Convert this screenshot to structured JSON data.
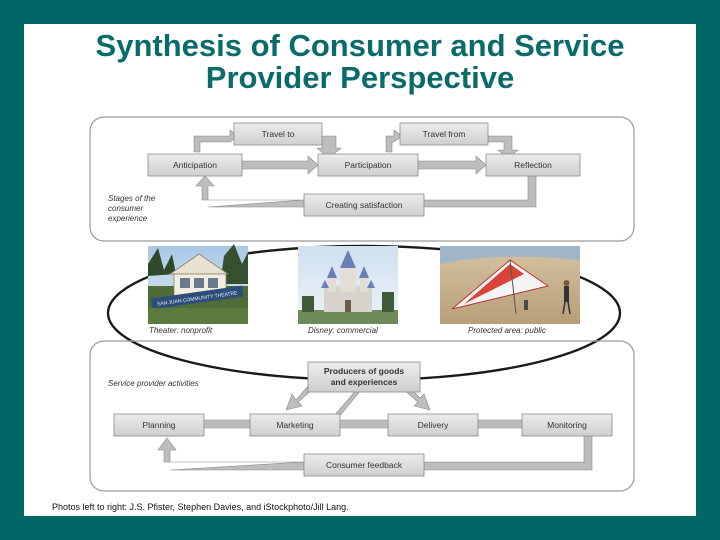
{
  "title": {
    "line1": "Synthesis of Consumer and Service",
    "line2": "Provider Perspective"
  },
  "consumer": {
    "section_label": [
      "Stages of the",
      "consumer",
      "experience"
    ],
    "travel_to": "Travel to",
    "travel_from": "Travel from",
    "anticipation": "Anticipation",
    "participation": "Participation",
    "reflection": "Reflection",
    "creating_satisfaction": "Creating satisfaction"
  },
  "photos": {
    "theater_caption": "Theater: nonprofit",
    "theater_sign": "SAN JUAN COMMUNITY THEATRE",
    "disney_caption": "Disney: commercial",
    "protected_caption": "Protected area: public"
  },
  "provider": {
    "section_label": "Service provider activities",
    "producers": [
      "Producers of goods",
      "and experiences"
    ],
    "planning": "Planning",
    "marketing": "Marketing",
    "delivery": "Delivery",
    "monitoring": "Monitoring",
    "consumer_feedback": "Consumer feedback"
  },
  "credit": "Photos left to right: J.S. Pfister, Stephen Davies, and iStockphoto/Jill Lang.",
  "colors": {
    "background": "#006666",
    "title": "#0a6b6b",
    "box_fill": "#d9d9d9",
    "arrow_fill": "#bdbdbd"
  }
}
